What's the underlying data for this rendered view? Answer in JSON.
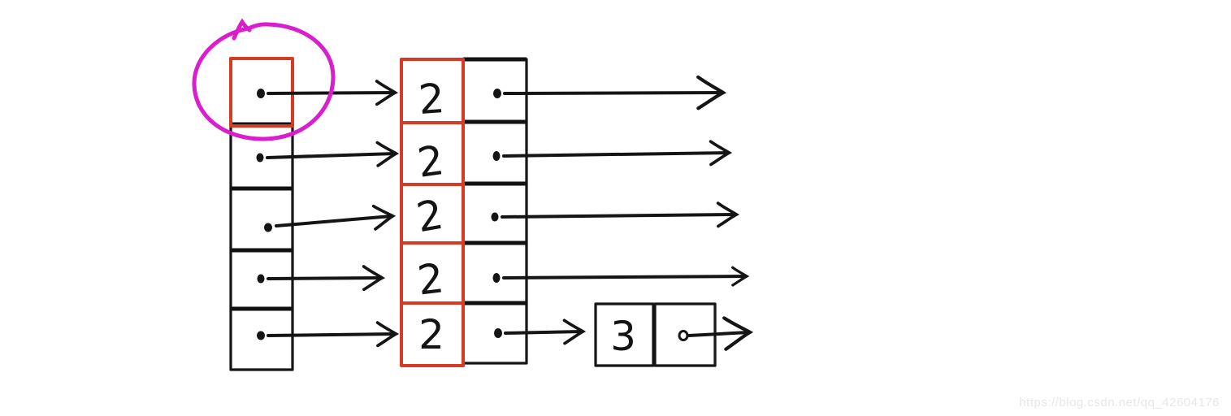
{
  "hash_table": {
    "slots": [
      {
        "slot": 0,
        "circled": true,
        "chain": [
          {
            "value": "2"
          }
        ]
      },
      {
        "slot": 1,
        "circled": false,
        "chain": [
          {
            "value": "2"
          }
        ]
      },
      {
        "slot": 2,
        "circled": false,
        "chain": [
          {
            "value": "2"
          }
        ]
      },
      {
        "slot": 3,
        "circled": false,
        "chain": [
          {
            "value": "2"
          }
        ]
      },
      {
        "slot": 4,
        "circled": false,
        "chain": [
          {
            "value": "2"
          },
          {
            "value": "3"
          }
        ]
      }
    ]
  },
  "colors": {
    "highlight_red": "#d63b26",
    "annotation_magenta": "#da1ecb",
    "ink": "#151515",
    "watermark_gray": "#e7e7e7",
    "background": "#ffffff"
  },
  "watermark": {
    "text": "https://blog.csdn.net/qq_42604176"
  }
}
